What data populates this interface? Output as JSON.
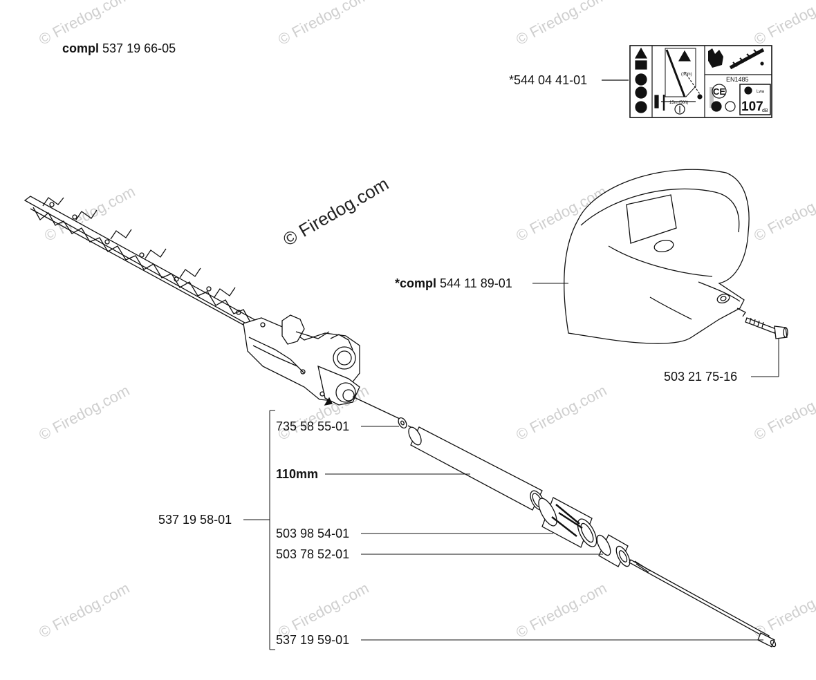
{
  "watermark": {
    "text": "© Firedog.com",
    "main_text": "© Firedog.com"
  },
  "header": {
    "compl_word": "compl",
    "compl_number": "537 19 66-05"
  },
  "labels": {
    "decal_number": "*544 04 41-01",
    "guard_prefix": "*compl",
    "guard_number": "544 11 89-01",
    "screw_number": "503 21 75-16",
    "washer_number": "735 58 55-01",
    "tube_length": "110mm",
    "assembly_number": "537 19 58-01",
    "bushing_number": "503 98 54-01",
    "collar_number": "503 78 52-01",
    "shaft_number": "537 19 59-01"
  },
  "decal": {
    "standard_text": "EN1485",
    "sound_level": "107",
    "sound_unit": "dB",
    "sound_prefix": "Lwa",
    "ce_mark": "CE",
    "distance_text": "15m (50ft)",
    "ground_text": "(30m)"
  },
  "colors": {
    "line": "#111111",
    "watermark": "#cfcfcf"
  }
}
